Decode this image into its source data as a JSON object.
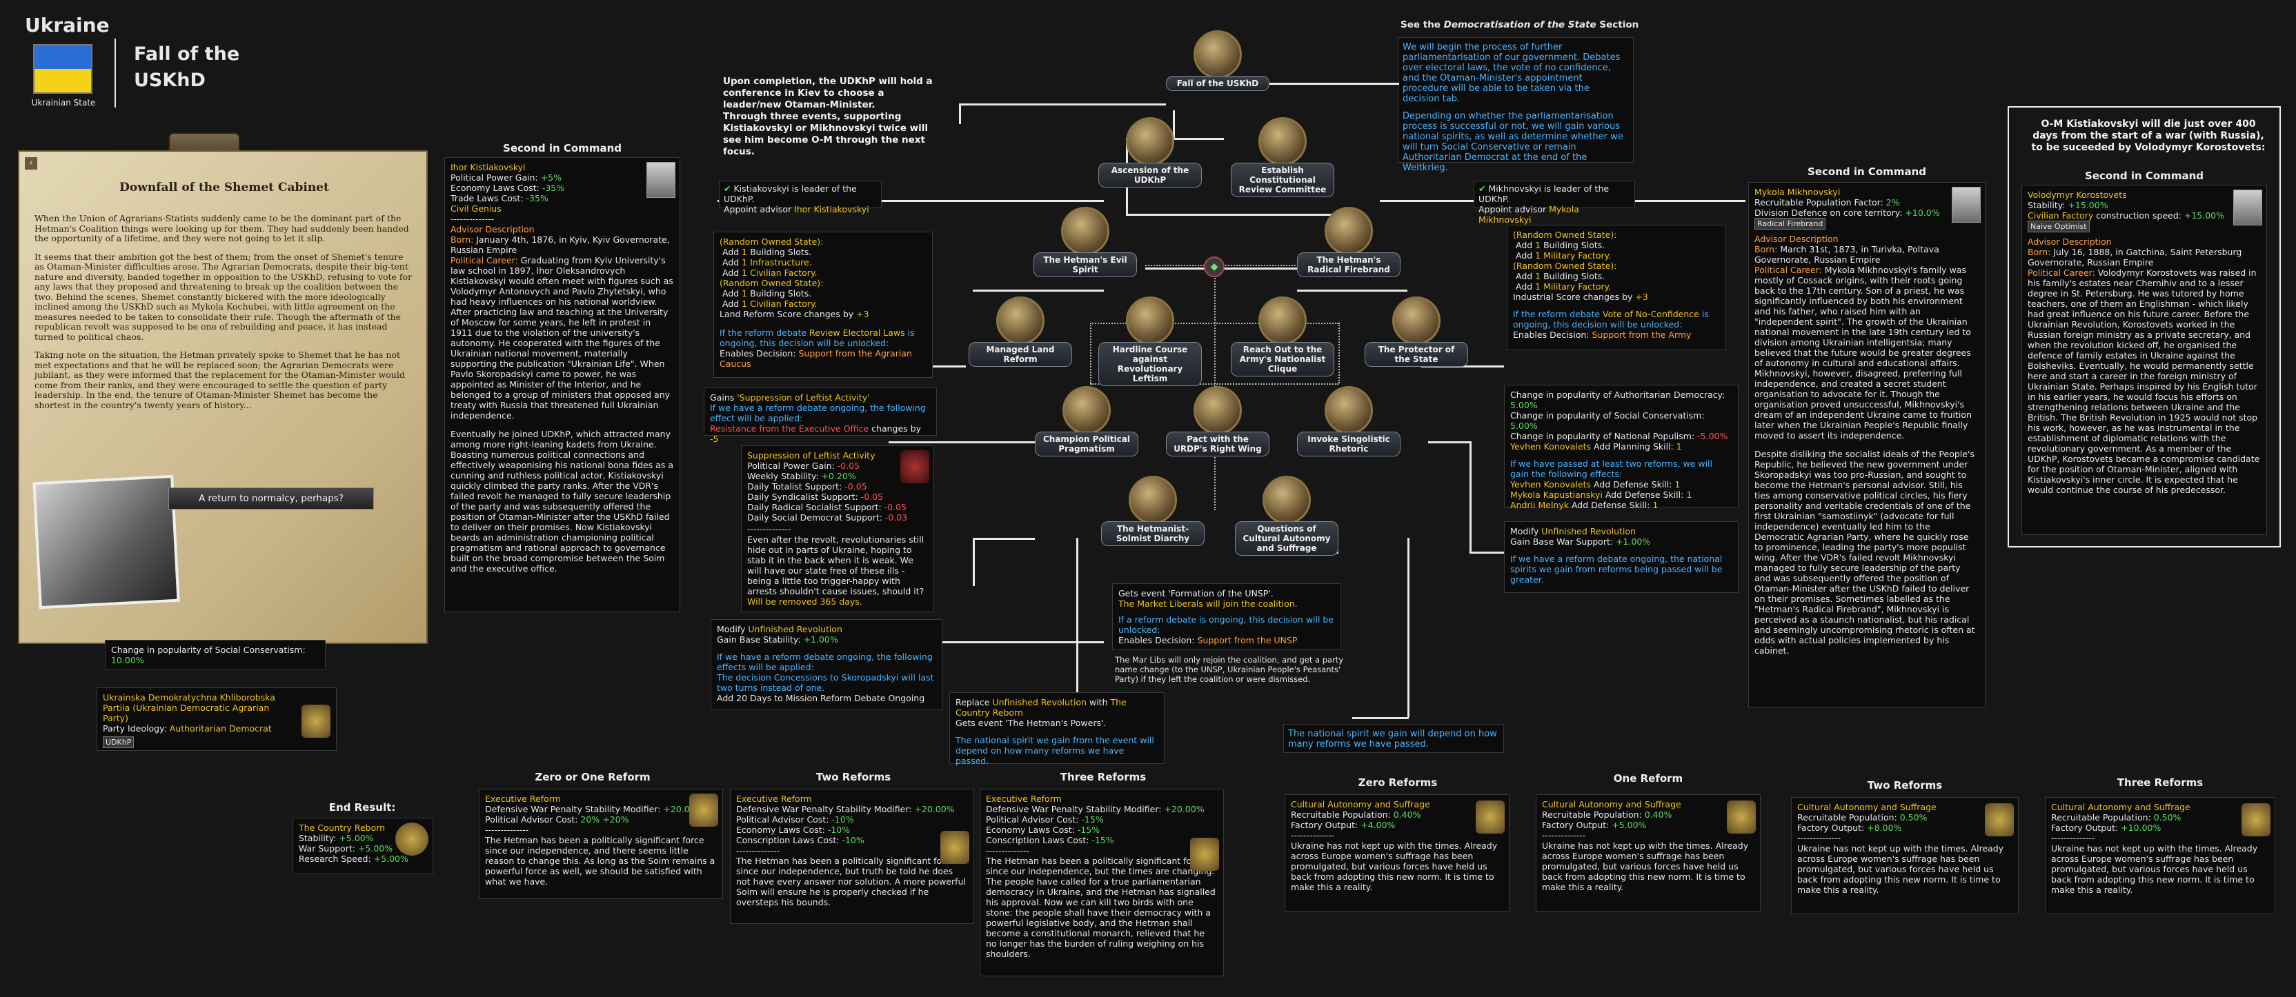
{
  "header": {
    "country": "Ukraine",
    "country_sub": "Ukrainian State",
    "title_line1": "Fall of the",
    "title_line2": "USKhD"
  },
  "event": {
    "title": "Downfall of the Shemet Cabinet",
    "p1": "When the Union of Agrarians-Statists suddenly came to be the dominant part of the Hetman's Coalition things were looking up for them. They had suddenly been handed the opportunity of a lifetime, and they were not going to let it slip.",
    "p2": "It seems that their ambition got the best of them; from the onset of Shemet's tenure as Otaman-Minister difficulties arose. The Agrarian Democrats, despite their big-tent nature and diversity, banded together in opposition to the USKhD, refusing to vote for any laws that they proposed and threatening to break up the coalition between the two. Behind the scenes, Shemet constantly bickered with the more ideologically inclined among the USKhD such as Mykola Kochubei, with little agreement on the measures needed to be taken to consolidate their rule. Though the aftermath of the republican revolt was supposed to be one of rebuilding and peace, it has instead turned to political chaos.",
    "p3": "Taking note on the situation, the Hetman privately spoke to Shemet that he has not met expectations and that he will be replaced soon; the Agrarian Democrats were jubilant, as they were informed that the replacement for the Otaman-Minister would come from their ranks, and they were encouraged to settle the question of party leadership. In the end, the tenure of Otaman-Minister Shemet has become the shortest in the country's twenty years of history...",
    "button": "A return to normalcy, perhaps?"
  },
  "left_sic": {
    "header": "Second in Command",
    "name": "Ihor Kistiakovskyi",
    "l1": "Political Power Gain: ",
    "l1v": "+5%",
    "l2": "Economy Laws Cost: ",
    "l2v": "-35%",
    "l3": "Trade Laws Cost: ",
    "l3v": "-35%",
    "l4": "Civil Genius",
    "sep": "--------------",
    "adv": "Advisor Description",
    "born_label": "Born: ",
    "born": "January 4th, 1876, in Kyiv, Kyiv Governorate, Russian Empire",
    "career_label": "Political Career: ",
    "career": "Graduating from Kyiv University's law school in 1897, Ihor Oleksandrovych Kistiakovskyi would often meet with figures such as Volodymyr Antonovych and Pavlo Zhytetskyi, who had heavy influences on his national worldview. After practicing law and teaching at the University of Moscow for some years, he left in protest in 1911 due to the violation of the university's autonomy. He cooperated with the figures of the Ukrainian national movement, materially supporting the publication \"Ukrainian Life\". When Pavlo Skoropadskyi came to power, he was appointed as Minister of the Interior, and he belonged to a group of ministers that opposed any treaty with Russia that threatened full Ukrainian independence.",
    "career2": "Eventually he joined UDKhP, which attracted many among more right-leaning kadets from Ukraine. Boasting numerous political connections and effectively weaponising his national bona fides as a cunning and ruthless political actor, Kistiakovskyi quickly climbed the party ranks. After the VDR's failed revolt he managed to fully secure leadership of the party and was subsequently offered the position of Otaman-Minister after the USKhD failed to deliver on their promises. Now Kistiakovskyi beards an administration championing political pragmatism and rational approach to governance built on the broad compromise between the Soim and the executive office."
  },
  "right_sic": {
    "header": "Second in Command",
    "name": "Mykola Mikhnovskyi",
    "l1": "Recruitable Population Factor: ",
    "l1v": "2%",
    "l2": "Division Defence on core territory: ",
    "l2v": "+10.0%",
    "l3": "Radical Firebrand",
    "adv": "Advisor Description",
    "born_label": "Born: ",
    "born": "March 31st, 1873, in Turivka, Poltava Governorate, Russian Empire",
    "career_label": "Political Career: ",
    "career": "Mykola Mikhnovskyi's family was mostly of Cossack origins, with their roots going back to the 17th century. Son of a priest, he was significantly influenced by both his environment and his father, who raised him with an \"independent spirit\". The growth of the Ukrainian national movement in the late 19th century led to division among Ukrainian intelligentsia; many believed that the future would be greater degrees of autonomy in cultural and educational affairs. Mikhnovskyi, however, disagreed, preferring full independence, and created a secret student organisation to advocate for it. Though the organisation proved unsuccessful, Mikhnovskyi's dream of an independent Ukraine came to fruition later when the Ukrainian People's Republic finally moved to assert its independence.",
    "career2": "Despite disliking the socialist ideals of the People's Republic, he believed the new government under Skoropadskyi was too pro-Russian, and sought to become the Hetman's personal advisor. Still, his ties among conservative political circles, his fiery personality and veritable credentials of one of the first Ukrainian \"samostiinyk\" (advocate for full independence) eventually led him to the Democratic Agrarian Party, where he quickly rose to prominence, leading the party's more populist wing. After the VDR's failed revolt Mikhnovskyi managed to fully secure leadership of the party and was subsequently offered the position of Otaman-Minister after the USKhD failed to deliver on their promises. Sometimes labelled as the \"Hetman's Radical Firebrand\", Mikhnovskyi is perceived as a staunch nationalist, but his radical and seemingly uncompromising rhetoric is often at odds with actual policies implemented by his cabinet."
  },
  "far_right": {
    "intro": "O-M Kistiakovskyi will die just over 400 days from the start of a war (with Russia), to be suceeded by Volodymyr Korostovets:",
    "header": "Second in Command",
    "name": "Volodymyr Korostovets",
    "l1": "Stability: ",
    "l1v": "+15.00%",
    "l2a": "Civilian Factory",
    "l2b": " construction speed: ",
    "l2v": "+15.00%",
    "l3": "Naive Optimist",
    "adv": "Advisor Description",
    "born_label": "Born: ",
    "born": "July 16, 1888, in Gatchina, Saint Petersburg Governorate, Russian Empire",
    "career_label": "Political Career: ",
    "career": "Volodymyr Korostovets was raised in his family's estates near Chernihiv and to a lesser degree in St. Petersburg. He was tutored by home teachers, one of them an Englishman - which likely had great influence on his future career. Before the Ukrainian Revolution, Korostovets worked in the Russian foreign ministry as a private secretary, and when the revolution kicked off, he organised the defence of family estates in Ukraine against the Bolsheviks. Eventually, he would permanently settle here and start a career in the foreign ministry of Ukrainian State. Perhaps inspired by his English tutor in his earlier years, he would focus his efforts on strengthening relations between Ukraine and the British. The British Revolution in 1925 would not stop his work, however, as he was instrumental in the establishment of diplomatic relations with the revolutionary government. As a member of the UDKhP, Korostovets became a compromise candidate for the position of Otaman-Minister, aligned with Kistiakovskyi's inner circle. It is expected that he would continue the course of his predecessor."
  },
  "top_text": {
    "completion": "Upon completion, the UDKhP will hold a conference in Kiev to choose a leader/new Otaman-Minister.\nThrough three events, supporting Kistiakovskyi or Mikhnovskyi twice will see him become O-M through the next focus.",
    "democ_a": "See the ",
    "democ_b": "Democratisation of the State",
    "democ_c": " Section",
    "democ_box": "We will begin the process of further parliamentarisation of our government. Debates over electoral laws, the vote of no confidence, and the Otaman-Minister's appointment procedure will be able to be taken via the decision tab.",
    "democ_box2": "Depending on whether the parliamentarisation process is successful or not, we will gain various national spirits, as well as determine whether we will turn Social Conservative or remain Authoritarian Democrat at the end of the Weltkrieg."
  },
  "nodes": {
    "n1": "Fall of the USKhD",
    "n2": "Ascension of the UDKhP",
    "n3": "Establish Constitutional Review Committee",
    "n4": "The Hetman's Evil Spirit",
    "n5": "The Hetman's Radical Firebrand",
    "n6": "Managed Land Reform",
    "n7": "Hardline Course against Revolutionary Leftism",
    "n8": "Reach Out to the Army's Nationalist Clique",
    "n9": "The Protector of the State",
    "n10": "Champion Political Pragmatism",
    "n11": "Pact with the URDP's Right Wing",
    "n12": "Invoke Singolistic Rhetoric",
    "n13": "The Hetmanist-Solmist Diarchy",
    "n14": "Questions of Cultural Autonomy and Suffrage"
  },
  "effects": {
    "kis_leader": "Kistiakovskyi is leader of the UDKhP.",
    "kis_adv": "Appoint advisor ",
    "kis_adv_name": "Ihor Kistiakovskyi",
    "mik_leader": "Mikhnovskyi is leader of the UDKhP.",
    "mik_adv": "Appoint advisor ",
    "mik_adv_name": "Mykola Mikhnovskyi",
    "rand": "(Random Owned State):",
    "add": "Add ",
    "bslots": "Building Slots.",
    "infra": "Infrastructure.",
    "civ": "Civilian Factory.",
    "mil": "Military Factory.",
    "land_reform": "Land Reform Score changes by ",
    "land_reform_v": "+3",
    "ind_reform": "Industrial Score changes by ",
    "ind_reform_v": "+3",
    "debate_a": "If the reform debate ",
    "debate_b": "Review Electoral Laws",
    "debate_c": " is ongoing, this decision will be unlocked:",
    "enables": "Enables Decision: ",
    "dec_agr": "Support from the Agrarian Caucus",
    "debate2_b": "Vote of No-Confidence",
    "debate2_c": " is ongoing, this decision will be unlocked:",
    "dec_army": "Support from the Army",
    "gains": "Gains ",
    "supp": "'Suppression of Leftist Activity'",
    "supp_following": "If we have a reform debate ongoing, the following effect will be applied:",
    "resist": "Resistance from the Executive Office",
    "changes_by": " changes by ",
    "resist_v": "-5",
    "supp_title": "Suppression of Leftist Activity",
    "s1": "Political Power Gain: ",
    "s1v": "-0.05",
    "s2": "Weekly Stability: ",
    "s2v": "+0.20%",
    "s3": "Daily Totalist Support: ",
    "s3v": "-0.05",
    "s4": "Daily Syndicalist Support: ",
    "s4v": "-0.05",
    "s5": "Daily Radical Socialist Support: ",
    "s5v": "-0.05",
    "s6": "Daily Social Democrat Support: ",
    "s6v": "-0.03",
    "s_desc": "Even after the revolt, revolutionaries still hide out in parts of Ukraine, hoping to stab it in the back when it is weak. We will have our state free of these ills - being a little too trigger-happy with arrests shouldn't cause issues, should it?",
    "s_removed": "Will be removed 365 days.",
    "auth_pop": "Change in popularity of Authoritarian Democracy:",
    "auth_pop_v": "5.00%",
    "soc_cons": "Change in popularity of Social Conservatism: ",
    "soc_cons_v": "5.00%",
    "nat_pop": "Change in popularity of National Populism: ",
    "nat_pop_v": "-5.00%",
    "yevhen": "Yevhen Konovalets",
    "add_planning": " Add Planning Skill: ",
    "two_reforms": "If we have passed at least two reforms, we will gain the following effects:",
    "add_def": " Add Defense Skill: ",
    "mykola_k": "Mykola Kapustianskyi",
    "andrii": "Andrii Melnyk",
    "modify": "Modify ",
    "unf_rev": "Unfinished Revolution",
    "gain_base_war": "Gain Base War Support: ",
    "gain_base_war_v": "+1.00%",
    "greater": "If we have a reform debate ongoing, the national spirits we gain from reforms being passed will be greater.",
    "gain_base_stab": "Gain Base Stability: ",
    "gain_base_stab_v": "+1.00%",
    "ongoing_follow": "If we have a reform debate ongoing, the following effects will be applied:",
    "concessions": "The decision Concessions to Skoropadskyi will last two turns instead of one.",
    "add20": "Add 20 Days to Mission Reform Debate Ongoing",
    "unsp_event": "Gets event 'Formation of the UNSP'.",
    "market_lib": "The Market Liberals will join the coalition.",
    "unsp_debate": "If a reform debate is ongoing, this decision will be unlocked:",
    "dec_unsp": "Support from the UNSP",
    "marlibs": "The Mar Libs will only rejoin the coalition, and get a party name change (to the UNSP, Ukrainian People's Peasants' Party) if they left the coalition or were dismissed.",
    "replace": "Replace ",
    "with": " with ",
    "country_reborn": "The Country Reborn",
    "hetman_powers": "Gets event 'The Hetman's Powers'.",
    "nat_spirit": "The national spirit we gain from the event will depend on how many reforms we have passed.",
    "nat_spirit2": "The national spirit we gain will depend on how many reforms we have passed.",
    "change_sc": "Change in popularity of Social Conservatism:",
    "change_sc_v": "10.00%"
  },
  "party": {
    "name": "Ukrainska Demokratychna Khliborobska Partiia (Ukrainian Democratic Agrarian Party)",
    "ideology_label": "Party Ideology: ",
    "ideology": "Authoritarian Democrat",
    "tag": "UDKhP"
  },
  "bottom": {
    "end_result": "End Result:",
    "reborn": "The Country Reborn",
    "r1": "Stability: ",
    "r1v": "+5.00%",
    "r2": "War Support: ",
    "r2v": "+5.00%",
    "r3": "Research Speed: ",
    "r3v": "+5.00%",
    "h_zero_one": "Zero or One Reform",
    "h_two": "Two Reforms",
    "h_three": "Three Reforms",
    "h_zero": "Zero Reforms",
    "h_one": "One Reform",
    "exec": "Executive Reform",
    "dwp": "Defensive War Penalty Stability Modifier: ",
    "pac": "Political Advisor Cost: ",
    "elc": "Economy Laws Cost: ",
    "clc": "Conscription Laws Cost: ",
    "e1_v1": "+20.00%",
    "e1_v2": "20%",
    "e1_v3": "+20%",
    "e2_v1": "+20.00%",
    "e2_v2": "-10%",
    "e2_v3": "-10%",
    "e2_v4": "-10%",
    "e3_v1": "+20.00%",
    "e3_v2": "-15%",
    "e3_v3": "-15%",
    "e3_v4": "-15%",
    "e1_desc": "The Hetman has been a politically significant force since our independence, and there seems little reason to change this. As long as the Soim remains a powerful force as well, we should be satisfied with what we have.",
    "e2_desc": "The Hetman has been a politically significant force since our independence, but truth be told he does not have every answer nor solution. A more powerful Soim will ensure he is properly checked if he oversteps his bounds.",
    "e3_desc": "The Hetman has been a politically significant force since our independence, but the times are changing. The people have called for a true parliamentarian democracy in Ukraine, and the Hetman has signalled his approval. Now we can kill two birds with one stone: the people shall have their democracy with a powerful legislative body, and the Hetman shall become a constitutional monarch, relieved that he no longer has the burden of ruling weighing on his shoulders.",
    "cult": "Cultural Autonomy and Suffrage",
    "rp": "Recruitable Population: ",
    "fo": "Factory Output: ",
    "c_v": [
      "0.40%",
      "0.40%",
      "0.50%",
      "0.50%"
    ],
    "f_v": [
      "+4.00%",
      "+5.00%",
      "+8.00%",
      "+10.00%"
    ],
    "cult_desc": "Ukraine has not kept up with the times. Already across Europe women's suffrage has been promulgated, but various forces have held us back from adopting this new norm. It is time to make this a reality."
  },
  "colors": {
    "accent_yellow": "#f0c419",
    "green": "#5ddc5d",
    "red": "#ff5050",
    "blue": "#49b3ff",
    "bg": "#161616"
  }
}
